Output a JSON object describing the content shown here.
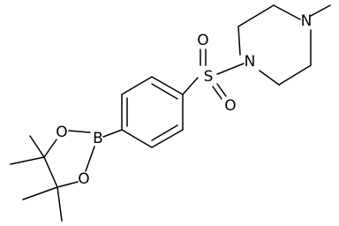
{
  "molecule": {
    "atoms": {
      "n_top": "N",
      "n_left": "N",
      "sulfur": "S",
      "o_top": "O",
      "o_bottom": "O",
      "boron": "B",
      "o_ring_top": "O",
      "o_ring_bottom": "O"
    },
    "colors": {
      "bond": "#000000",
      "label": "#000000",
      "background": "#ffffff"
    }
  }
}
